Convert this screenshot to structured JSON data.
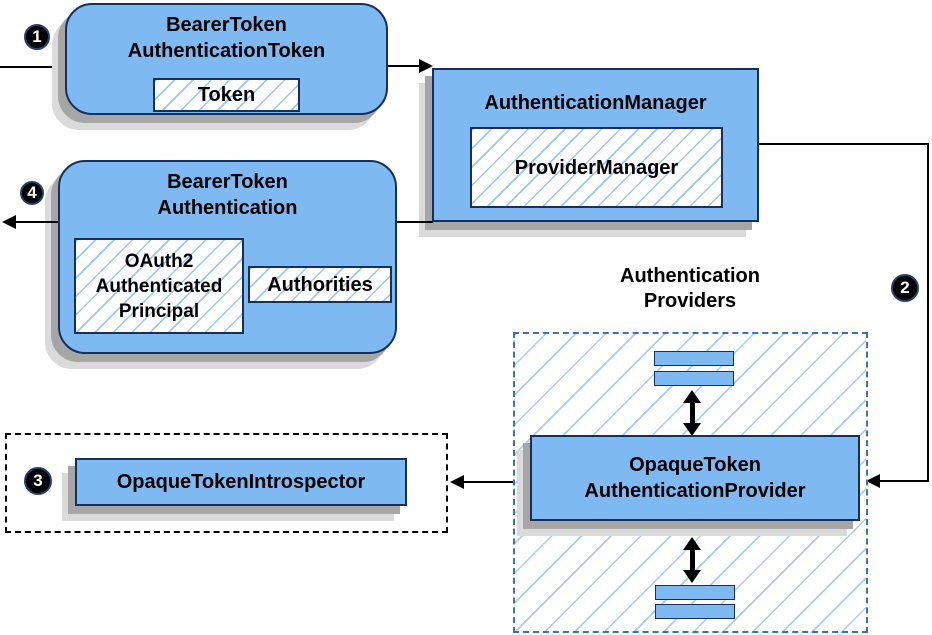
{
  "colors": {
    "node_fill": "#7fb9f2",
    "node_border": "#15305f",
    "hatch_line": "#9cc7f0",
    "provider_dashed_border": "#3f6fb5",
    "introspector_dashed_border": "#000000",
    "shadow_dark": "#a6a6a6",
    "shadow_light": "#dadada",
    "connector": "#000000",
    "badge_bg": "#000000",
    "badge_text": "#ffffff"
  },
  "badges": {
    "step1": "1",
    "step2": "2",
    "step3": "3",
    "step4": "4"
  },
  "nodes": {
    "bearer_token_authentication_token": {
      "title_lines": [
        "BearerToken",
        "AuthenticationToken"
      ],
      "token_label": "Token"
    },
    "authentication_manager": {
      "title": "AuthenticationManager",
      "provider_manager_label": "ProviderManager"
    },
    "bearer_token_authentication": {
      "title_lines": [
        "BearerToken",
        "Authentication"
      ],
      "principal_lines": [
        "OAuth2",
        "Authenticated",
        "Principal"
      ],
      "authorities_label": "Authorities"
    },
    "opaque_token_introspector": {
      "title": "OpaqueTokenIntrospector"
    },
    "authentication_providers": {
      "heading_lines": [
        "Authentication",
        "Providers"
      ],
      "provider_title_lines": [
        "OpaqueToken",
        "AuthenticationProvider"
      ]
    }
  }
}
